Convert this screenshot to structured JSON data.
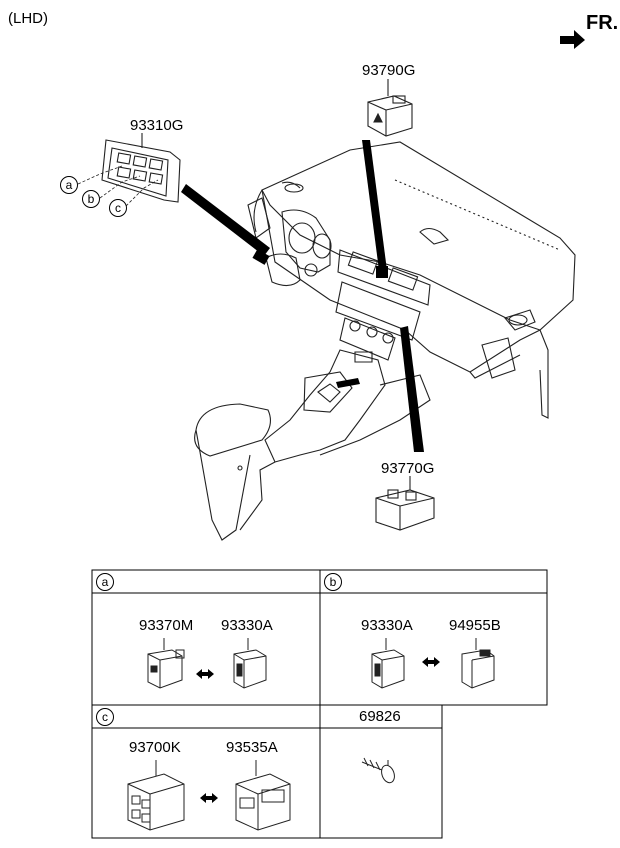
{
  "header": {
    "variant": "(LHD)",
    "direction": "FR."
  },
  "callouts": {
    "switch_panel": "93310G",
    "hazard_switch": "93790G",
    "console_switch": "93770G"
  },
  "sub_labels": [
    "a",
    "b",
    "c"
  ],
  "table": {
    "cell_a": {
      "tag": "a",
      "parts": [
        "93370M",
        "93330A"
      ]
    },
    "cell_b": {
      "tag": "b",
      "parts": [
        "93330A",
        "94955B"
      ]
    },
    "cell_c": {
      "tag": "c",
      "parts": [
        "93700K",
        "93535A"
      ]
    },
    "cell_d": {
      "part": "69826"
    }
  }
}
